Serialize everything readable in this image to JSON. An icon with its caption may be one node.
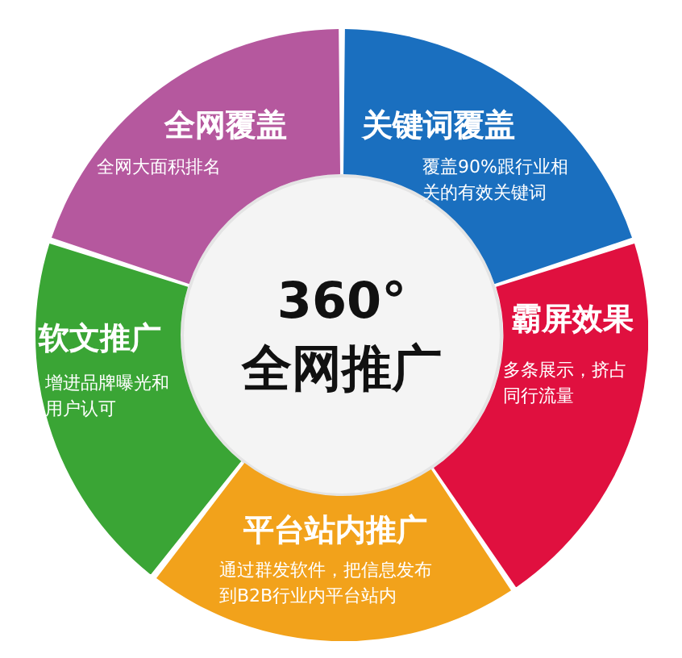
{
  "diagram": {
    "nodes": [
      {
        "text": [
          "360° 全网推广"
        ]
      },
      {
        "text": [
          "全网覆盖",
          "全网大面积排名"
        ]
      },
      {
        "text": [
          "关键词覆盖",
          "覆盖90%跟行业相关的有效关键词"
        ]
      },
      {
        "text": [
          "霸屏效果",
          "多条展示，挤占同行流量"
        ]
      },
      {
        "text": [
          "平台站内推广",
          "通过群发软件，把信息发布到B2B行业内平台站内"
        ]
      },
      {
        "text": [
          "软文推广",
          "增进品牌曝光和用户认可"
        ]
      }
    ],
    "edges": []
  }
}
